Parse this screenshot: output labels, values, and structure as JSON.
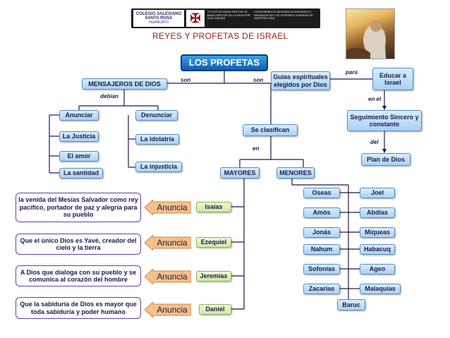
{
  "header": {
    "school_line1": "COLEGIO SALESIANO",
    "school_line2": "SANTA ROSA",
    "school_line3": "HUANCAYO",
    "motto": "YO SOY EL BUEN PASTOR. EL BUEN PASTOR DA LA VIDA POR SUS OVEJAS.",
    "campaign": "CONOCIENDO E IMITANDO A DON BOSCO, HAGAMOS DE LOS JÓVENES LA MISIÓN DE NUESTRA VIDA"
  },
  "title": "REYES Y PROFETAS DE ISRAEL",
  "root": "LOS PROFETAS",
  "mensajeros": "MENSAJEROS DE DIOS",
  "guias": "Guías espirituales elegidos por Dios",
  "educar": "Educar a Israel",
  "seguimiento": "Seguimiento Sincero y constante",
  "plan": "Plan de Dios",
  "se_clasifican": "Se clasifican",
  "mayores": "MAYORES",
  "menores": "MENORES",
  "links": {
    "son1": "son",
    "son2": "son",
    "para": "para",
    "en_el": "en el",
    "del": "del",
    "debian": "debían",
    "en": "en"
  },
  "anunciar_group": [
    "Anunciar",
    "La Justicia",
    "El amor",
    "La santidad"
  ],
  "denunciar_group": [
    "Denunciar",
    "La idolatría",
    "La injusticia"
  ],
  "anuncia_label": "Anuncia",
  "mayores_list": [
    {
      "name": "Isaías",
      "message": "la venida del Mesías Salvador como rey pacífico, portador de paz y alegría para su pueblo"
    },
    {
      "name": "Ezequiel",
      "message": "Que el único Dios es Yavé, creador del cielo y la tierra"
    },
    {
      "name": "Jeremías",
      "message": "A Dios que dialoga con su pueblo y se comunica al corazón del hombre"
    },
    {
      "name": "Daniel",
      "message": "Que la sabiduría de Dios es mayor que toda sabiduría y poder humano"
    }
  ],
  "menores_left": [
    "Oseas",
    "Amós",
    "Jonás",
    "Nahum",
    "Sofonías",
    "Zacarías"
  ],
  "menores_right": [
    "Joel",
    "Abdías",
    "Miqueas",
    "Habacuq",
    "Ageo",
    "Malaquías"
  ],
  "baruc": "Baruc",
  "colors": {
    "root": "#0f5fae",
    "node": "#a9d2f3",
    "prophet": "#cfe9a2",
    "arrow": "#f5c08a",
    "message_border": "#6a3d9a"
  }
}
